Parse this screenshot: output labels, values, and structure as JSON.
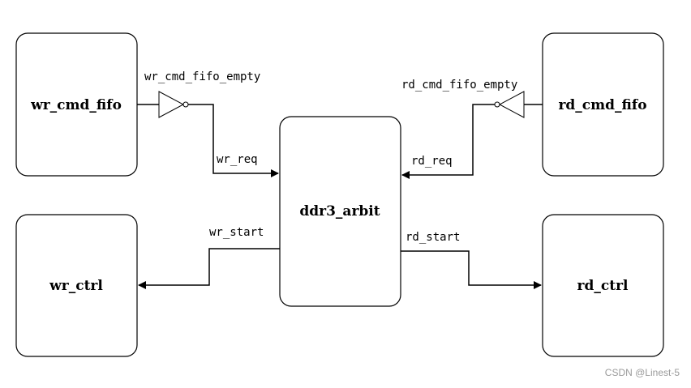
{
  "blocks": {
    "wr_cmd_fifo": "wr_cmd_fifo",
    "rd_cmd_fifo": "rd_cmd_fifo",
    "ddr3_arbit": "ddr3_arbit",
    "wr_ctrl": "wr_ctrl",
    "rd_ctrl": "rd_ctrl"
  },
  "signals": {
    "wr_cmd_fifo_empty": "wr_cmd_fifo_empty",
    "rd_cmd_fifo_empty": "rd_cmd_fifo_empty",
    "wr_req": "wr_req",
    "rd_req": "rd_req",
    "wr_start": "wr_start",
    "rd_start": "rd_start"
  },
  "watermark": "CSDN @Linest-5",
  "colors": {
    "stroke": "#000000",
    "background": "#ffffff",
    "watermark": "#9a9a9a"
  }
}
